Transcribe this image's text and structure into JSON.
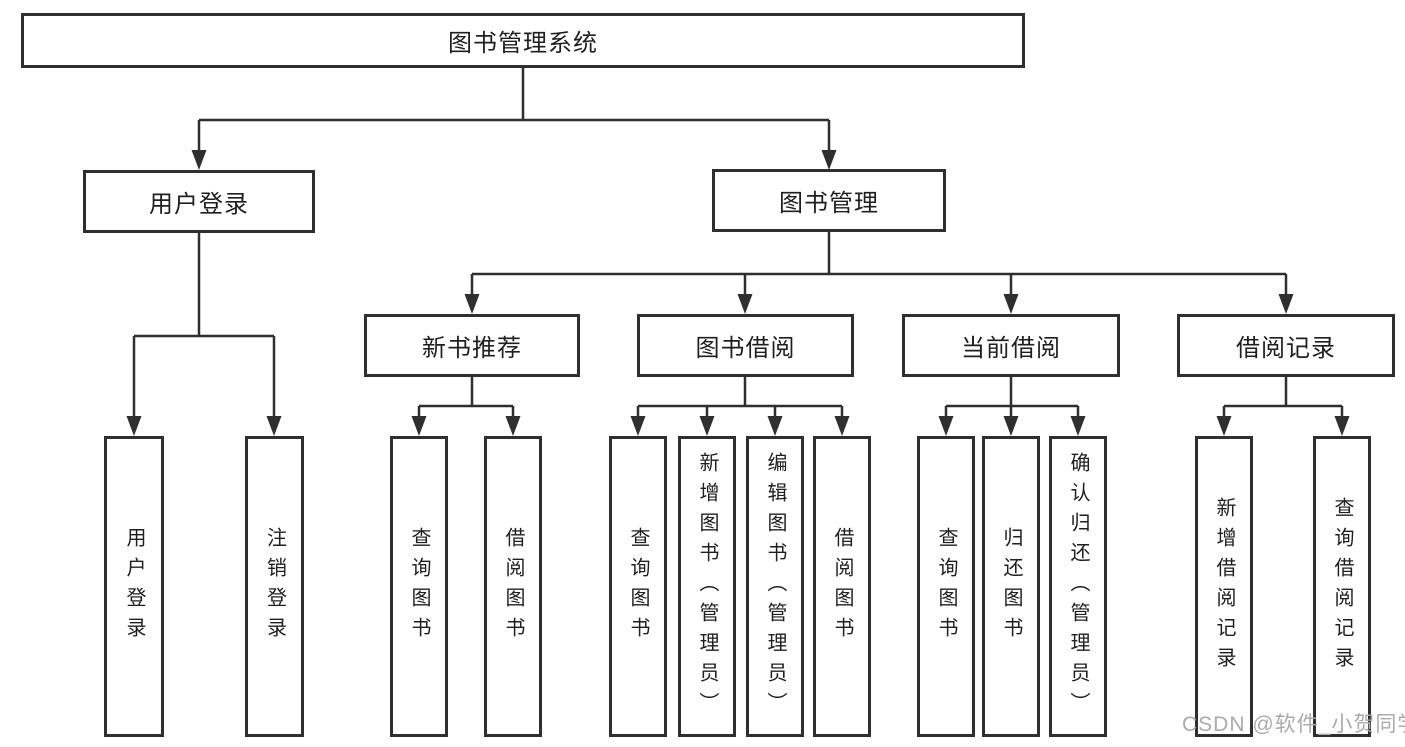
{
  "diagram": {
    "root": {
      "label": "图书管理系统"
    },
    "level2": [
      {
        "label": "用户登录"
      },
      {
        "label": "图书管理"
      }
    ],
    "level3": [
      {
        "label": "新书推荐"
      },
      {
        "label": "图书借阅"
      },
      {
        "label": "当前借阅"
      },
      {
        "label": "借阅记录"
      }
    ],
    "leaves": [
      {
        "label": "用户登录"
      },
      {
        "label": "注销登录"
      },
      {
        "label": "查询图书"
      },
      {
        "label": "借阅图书"
      },
      {
        "label": "查询图书"
      },
      {
        "label": "新增图书（管理员）"
      },
      {
        "label": "编辑图书（管理员）"
      },
      {
        "label": "借阅图书"
      },
      {
        "label": "查询图书"
      },
      {
        "label": "归还图书"
      },
      {
        "label": "确认归还（管理员）"
      },
      {
        "label": "新增借阅记录"
      },
      {
        "label": "查询借阅记录"
      }
    ],
    "colors": {
      "line": "#2f2f2f",
      "text": "#1f1f1f",
      "box_fill": "#ffffff"
    }
  },
  "watermark": {
    "text": "CSDN @软件_小贺同学",
    "color": "#ababab"
  }
}
